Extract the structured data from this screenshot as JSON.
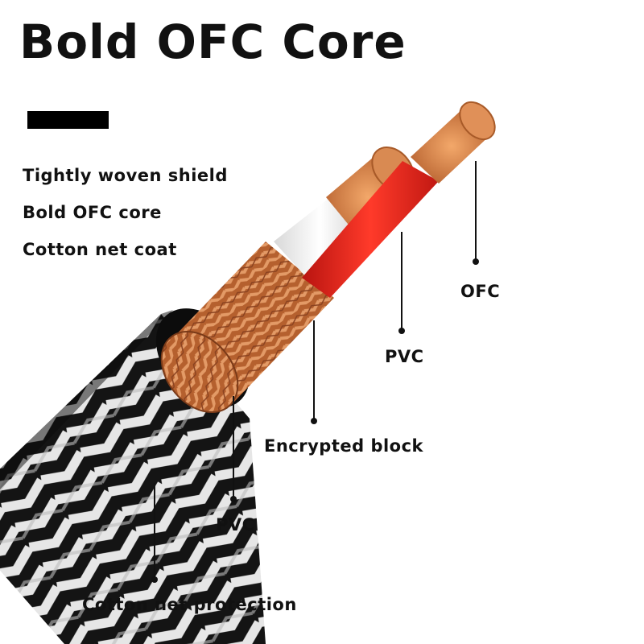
{
  "title": "Bold OFC Core",
  "features": [
    "Tightly woven shield",
    "Bold OFC core",
    "Cotton net coat"
  ],
  "labels": {
    "ofc": "OFC",
    "pvc_inner": "PVC",
    "encrypted_block": "Encrypted block",
    "pvc_outer": "PVC",
    "cotton_net_protection": "Cotton net protection"
  },
  "colors": {
    "braid_dark": "#111111",
    "braid_light": "#e8e8e8",
    "copper": "#c8743c",
    "red_wire": "#e0201c",
    "white_wire": "#f4f4f4"
  }
}
